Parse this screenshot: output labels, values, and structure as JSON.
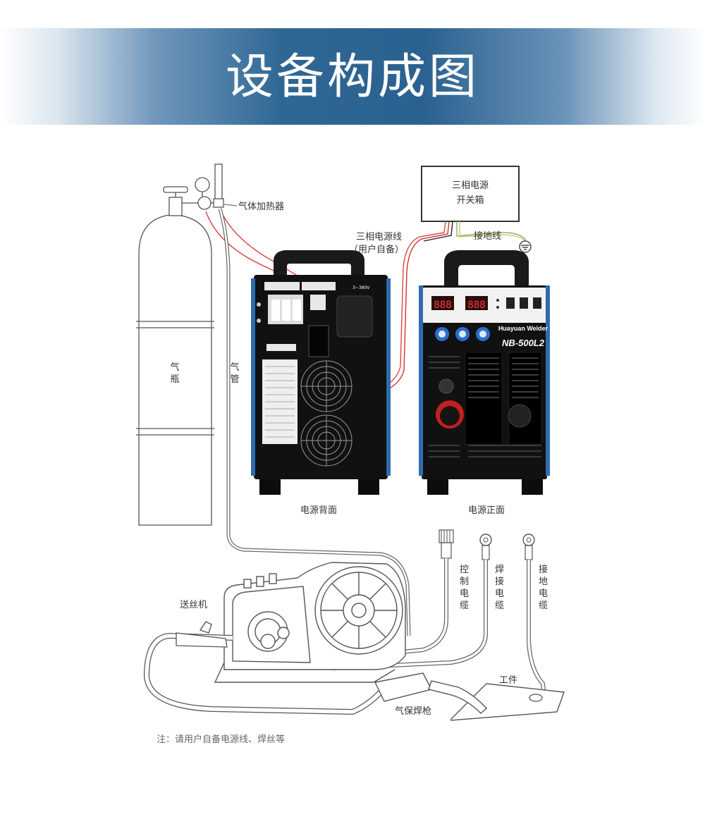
{
  "title": "设备构成图",
  "labels": {
    "switchbox_line1": "三相电源",
    "switchbox_line2": "开关箱",
    "power_line_1": "三相电源线",
    "power_line_2": "（用户自备）",
    "ground_line": "接地线",
    "gas_heater": "气体加热器",
    "cylinder_1": "气",
    "cylinder_2": "瓶",
    "hose_1": "气",
    "hose_2": "管",
    "rear_view": "电源背面",
    "front_view": "电源正面",
    "wire_feeder": "送丝机",
    "control_cable": [
      "控",
      "制",
      "电",
      "缆"
    ],
    "welding_cable": [
      "焊",
      "接",
      "电",
      "缆"
    ],
    "ground_cable": [
      "接",
      "地",
      "电",
      "缆"
    ],
    "workpiece": "工件",
    "torch": "气保焊枪",
    "note": "注：请用户自备电源线、焊丝等"
  },
  "machine": {
    "brand": "Huayuan Welder",
    "model": "NB-500L2",
    "front_display_left": "888",
    "front_display_right": "888",
    "rear_voltage": "3~380V"
  }
}
